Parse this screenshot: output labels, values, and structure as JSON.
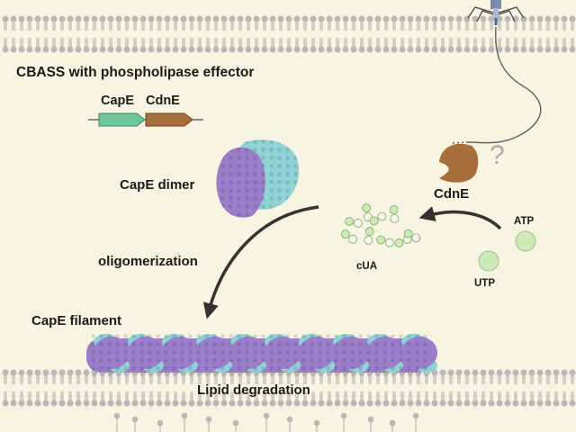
{
  "title": "CBASS with phospholipase effector",
  "genes": {
    "capE": "CapE",
    "cdnE": "CdnE"
  },
  "labels": {
    "cape_dimer": "CapE dimer",
    "cdne": "CdnE",
    "oligomerization": "oligomerization",
    "cua": "cUA",
    "atp": "ATP",
    "utp": "UTP",
    "cape_filament": "CapE filament",
    "lipid_degradation": "Lipid degradation",
    "question": "?"
  },
  "colors": {
    "background": "#f7f4e2",
    "membrane_head": "#b8b8b8",
    "capE_gene": "#6cc79d",
    "cdnE_gene": "#a86f3c",
    "cdnE_protein": "#a86f3c",
    "capE_purple": "#9a7ec9",
    "capE_cyan": "#8fd3d6",
    "nucleotide": "#cde9b5"
  },
  "icons": [
    "phage-icon",
    "cdne-protein-icon",
    "cape-dimer-icon",
    "cape-filament-icon",
    "cua-molecule-icon",
    "atp-icon",
    "utp-icon"
  ]
}
